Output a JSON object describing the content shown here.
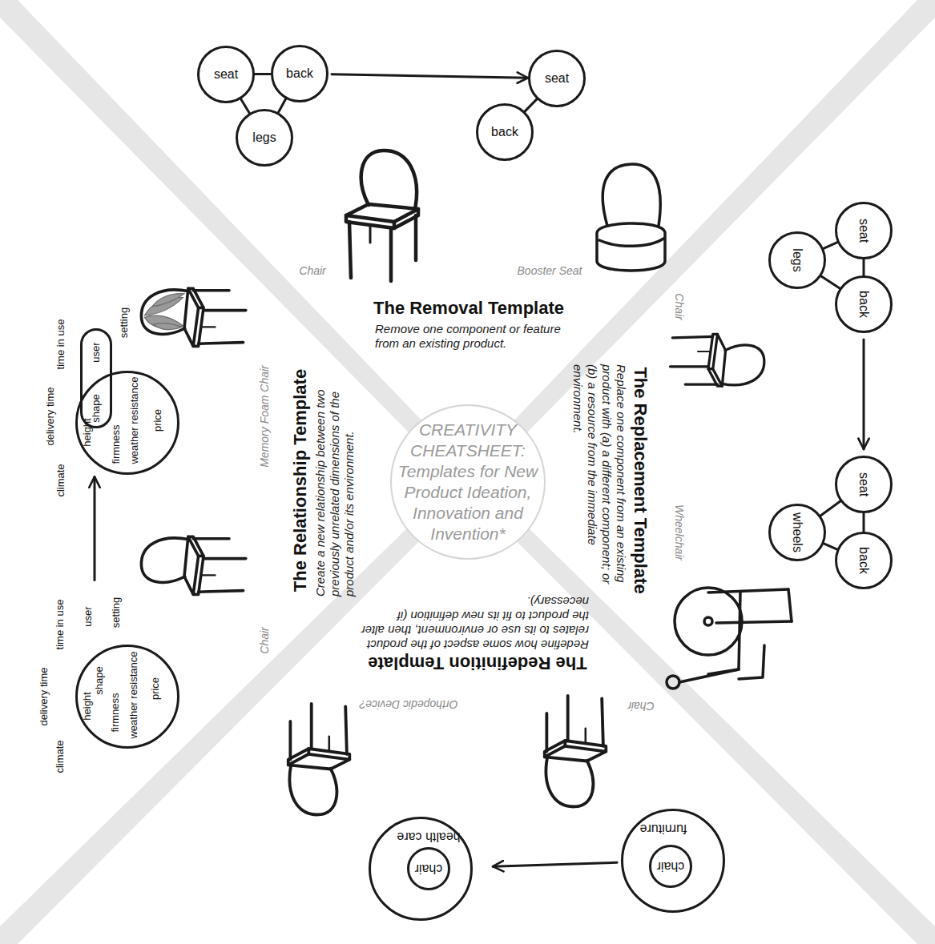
{
  "diagram": {
    "nodes": [
      {
        "text": [
          "CREATIVITY CHEATSHEET: Templates for New Product Ideation, Innovation and Invention*"
        ]
      },
      {
        "text": [
          "seat"
        ]
      },
      {
        "text": [
          "back"
        ]
      },
      {
        "text": [
          "legs"
        ]
      },
      {
        "text": [
          "seat"
        ]
      },
      {
        "text": [
          "back"
        ]
      },
      {
        "text": [
          "seat"
        ]
      },
      {
        "text": [
          "legs"
        ]
      },
      {
        "text": [
          "back"
        ]
      },
      {
        "text": [
          "seat"
        ]
      },
      {
        "text": [
          "wheels"
        ]
      },
      {
        "text": [
          "back"
        ]
      },
      {
        "text": [
          "furniture"
        ]
      },
      {
        "text": [
          "chair"
        ],
        "in": 12
      },
      {
        "text": [
          "health care"
        ]
      },
      {
        "text": [
          "chair"
        ],
        "in": 14
      },
      {
        "text": [
          "height",
          "shape",
          "firmness",
          "weather resistance",
          "price"
        ]
      },
      {
        "text": [
          "height",
          "firmness",
          "weather resistance",
          "price"
        ]
      },
      {
        "text": [
          "shape",
          "user"
        ]
      }
    ],
    "edges": [
      {
        "from": 1,
        "to": 2,
        "arrow": "none"
      },
      {
        "from": 1,
        "to": 3,
        "arrow": "none"
      },
      {
        "from": 2,
        "to": 3,
        "arrow": "none"
      },
      {
        "from": 4,
        "to": 5,
        "arrow": "none"
      },
      {
        "from": 2,
        "to": 4,
        "arrow": "to"
      },
      {
        "from": 6,
        "to": 7,
        "arrow": "none"
      },
      {
        "from": 6,
        "to": 8,
        "arrow": "none"
      },
      {
        "from": 7,
        "to": 8,
        "arrow": "none"
      },
      {
        "from": 8,
        "to": 9,
        "arrow": "to"
      },
      {
        "from": 9,
        "to": 10,
        "arrow": "none"
      },
      {
        "from": 9,
        "to": 11,
        "arrow": "none"
      },
      {
        "from": 10,
        "to": 11,
        "arrow": "none"
      },
      {
        "from": 12,
        "to": 14,
        "arrow": "to"
      },
      {
        "from": 16,
        "to": 17,
        "arrow": "to"
      }
    ],
    "labels": [
      "Chair",
      "Booster Seat",
      "The Removal Template",
      "Remove one component or feature from an existing product.",
      "Chair",
      "Wheelchair",
      "The Replacement Template",
      "Replace one component from an existing product with (a) a different component; or (b) a resource from the immediate environment.",
      "Chair",
      "Orthopedic Device?",
      "The Redefinition Template",
      "Redefine how some aspect of the product relates to its use or environment, then alter the product to fit its new definition (if necessary).",
      "Chair",
      "Memory Foam Chair",
      "The Relationship Template",
      "Create a new relationship between two previously unrelated dimensions of the product and/or its environment.",
      "climate",
      "delivery time",
      "time in use",
      "user",
      "setting",
      "climate",
      "delivery time",
      "time in use",
      "setting"
    ]
  }
}
